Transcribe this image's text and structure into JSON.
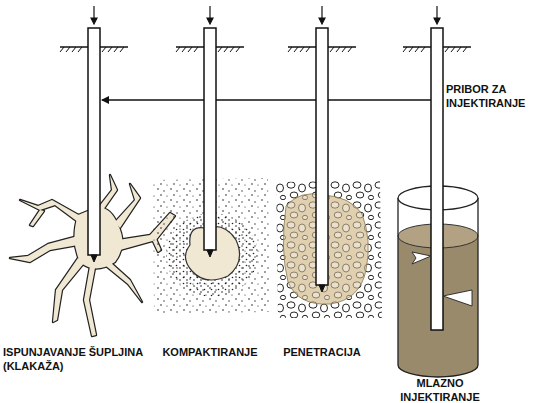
{
  "diagram": {
    "labels": [
      "PRIBOR ZA INJEKTIRANJE",
      "ISPUNJAVANJE ŠUPLJINA (KLAKAŽA)",
      "KOMPAKTIRANJE",
      "PENETRACIJA",
      "MLAZNO INJEKTIRANJE"
    ]
  }
}
